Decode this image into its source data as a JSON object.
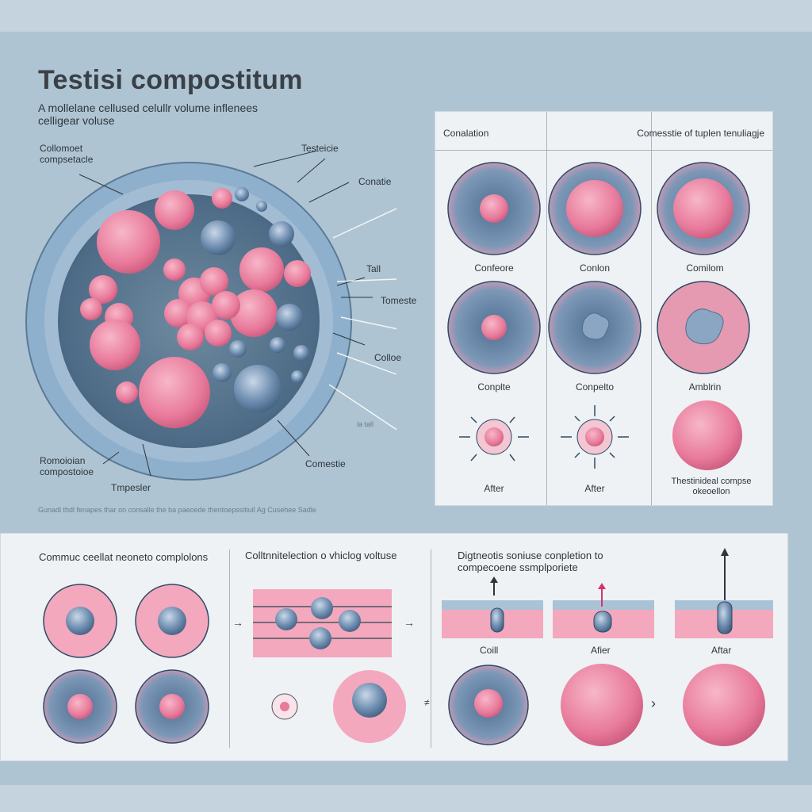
{
  "title": "Testisi compostitum",
  "subtitle": "A mollelane cellused celullr volume inflenees celligear voluse",
  "left_labels": {
    "collomoet": "Collomoet compsetacle",
    "testeicie": "Testeicie",
    "conatie": "Conatie",
    "tall": "Tall",
    "tomeste": "Tomeste",
    "colloe": "Colloe",
    "la_tall": "la tall",
    "comestie": "Comestie",
    "romoioian": "Romoioian compostoioe",
    "tmpesler": "Tmpesler"
  },
  "footnote": "Gunadl thdl fenapes thar on consalle the ba paeoede thentoepssitiull Ag Cusehee Sadle",
  "right_panel": {
    "col1": "Conalation",
    "col2": "Comesstie of tuplen tenuliagje",
    "row1": [
      "Confeore",
      "Conlon",
      "Comilom"
    ],
    "row2": [
      "Conplte",
      "Conpelto",
      "Amblrin"
    ],
    "row3": [
      "After",
      "After",
      "Thestinideal compse okeoellon"
    ]
  },
  "bottom": {
    "head1": "Commuc ceellat neoneto complolons",
    "head2": "Colltnnitelection o vhiclog voltuse",
    "head3": "Digtneotis soniuse conpletion to compecoene ssmplporiete",
    "lbl_coill": "Coill",
    "lbl_after1": "Afier",
    "lbl_after2": "Aftar",
    "arrow": "→",
    "chevron": "›",
    "equal": "≠"
  },
  "colors": {
    "background": "#aec4d2",
    "panel": "#eef2f5",
    "pink": "#e8799a",
    "blue": "#6e8db0"
  }
}
